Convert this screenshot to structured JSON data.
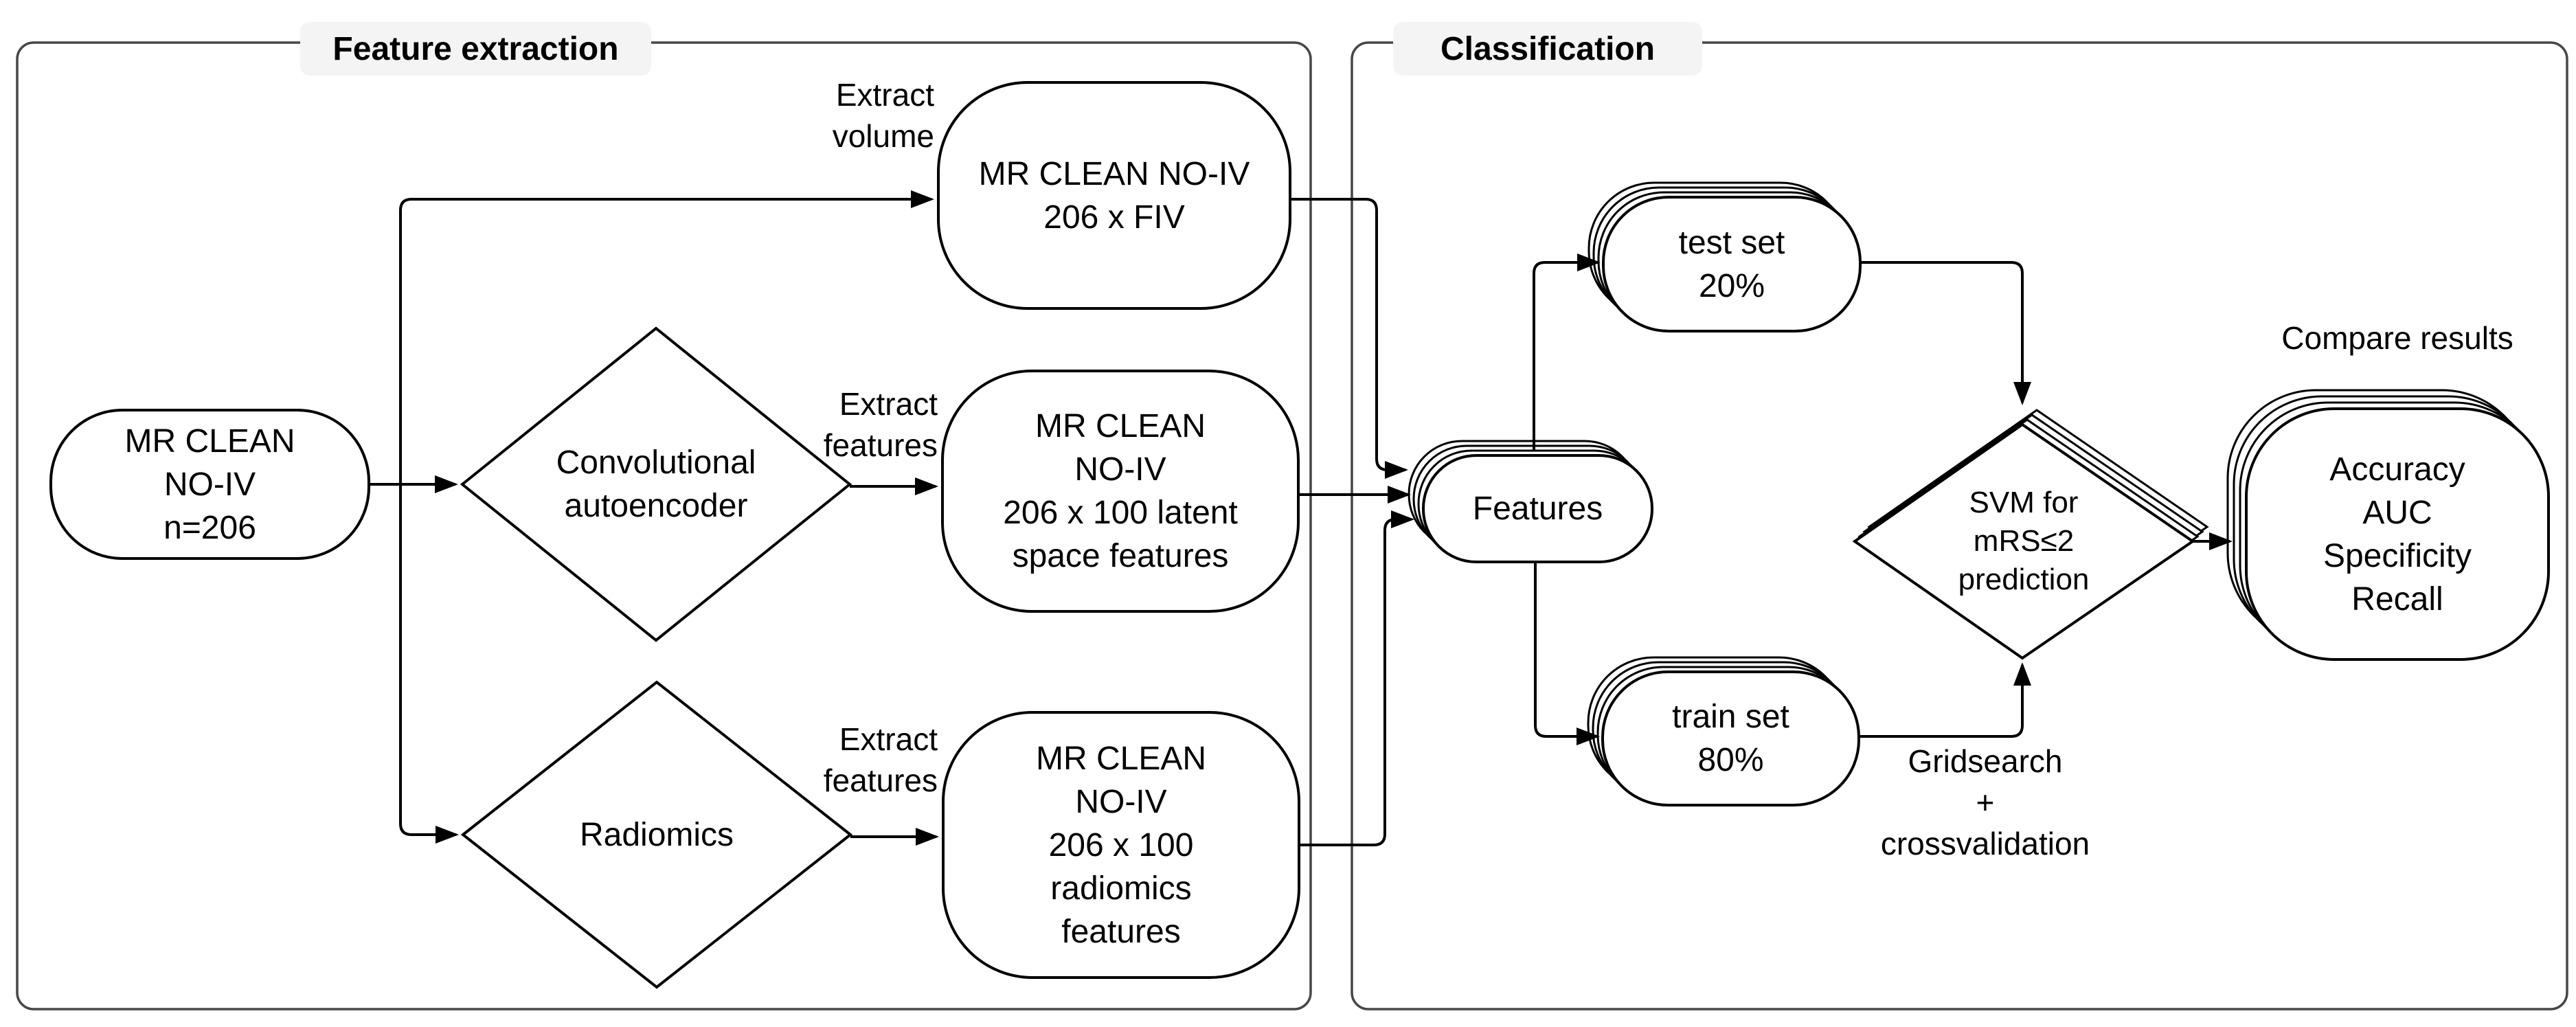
{
  "figure": {
    "background": "#ffffff",
    "line_color": "#000000",
    "panel_border_color": "#474747",
    "panel_label_bg": "#f4f4f4"
  },
  "panels": {
    "feature_extraction": {
      "title": "Feature extraction"
    },
    "classification": {
      "title": "Classification"
    }
  },
  "nodes": {
    "start": {
      "label": "MR CLEAN\nNO-IV\nn=206"
    },
    "conv_autoencoder": {
      "label": "Convolutional\nautoencoder"
    },
    "radiomics": {
      "label": "Radiomics"
    },
    "fiv": {
      "label": "MR CLEAN NO-IV\n206 x FIV"
    },
    "latent": {
      "label": "MR CLEAN\nNO-IV\n206 x 100 latent\nspace features"
    },
    "radiomics_features": {
      "label": "MR CLEAN\nNO-IV\n206 x 100\nradiomics\nfeatures"
    },
    "features": {
      "label": "Features"
    },
    "test_set": {
      "label": "test set\n20%"
    },
    "train_set": {
      "label": "train set\n80%"
    },
    "svm": {
      "label": "SVM for\nmRS≤2\nprediction"
    },
    "results": {
      "label": "Accuracy\nAUC\nSpecificity\nRecall"
    }
  },
  "edge_labels": {
    "extract_volume": "Extract\nvolume",
    "extract_features_top": "Extract\nfeatures",
    "extract_features_bottom": "Extract\nfeatures",
    "gridsearch": "Gridsearch\n+\ncrossvalidation",
    "compare_results": "Compare results"
  }
}
